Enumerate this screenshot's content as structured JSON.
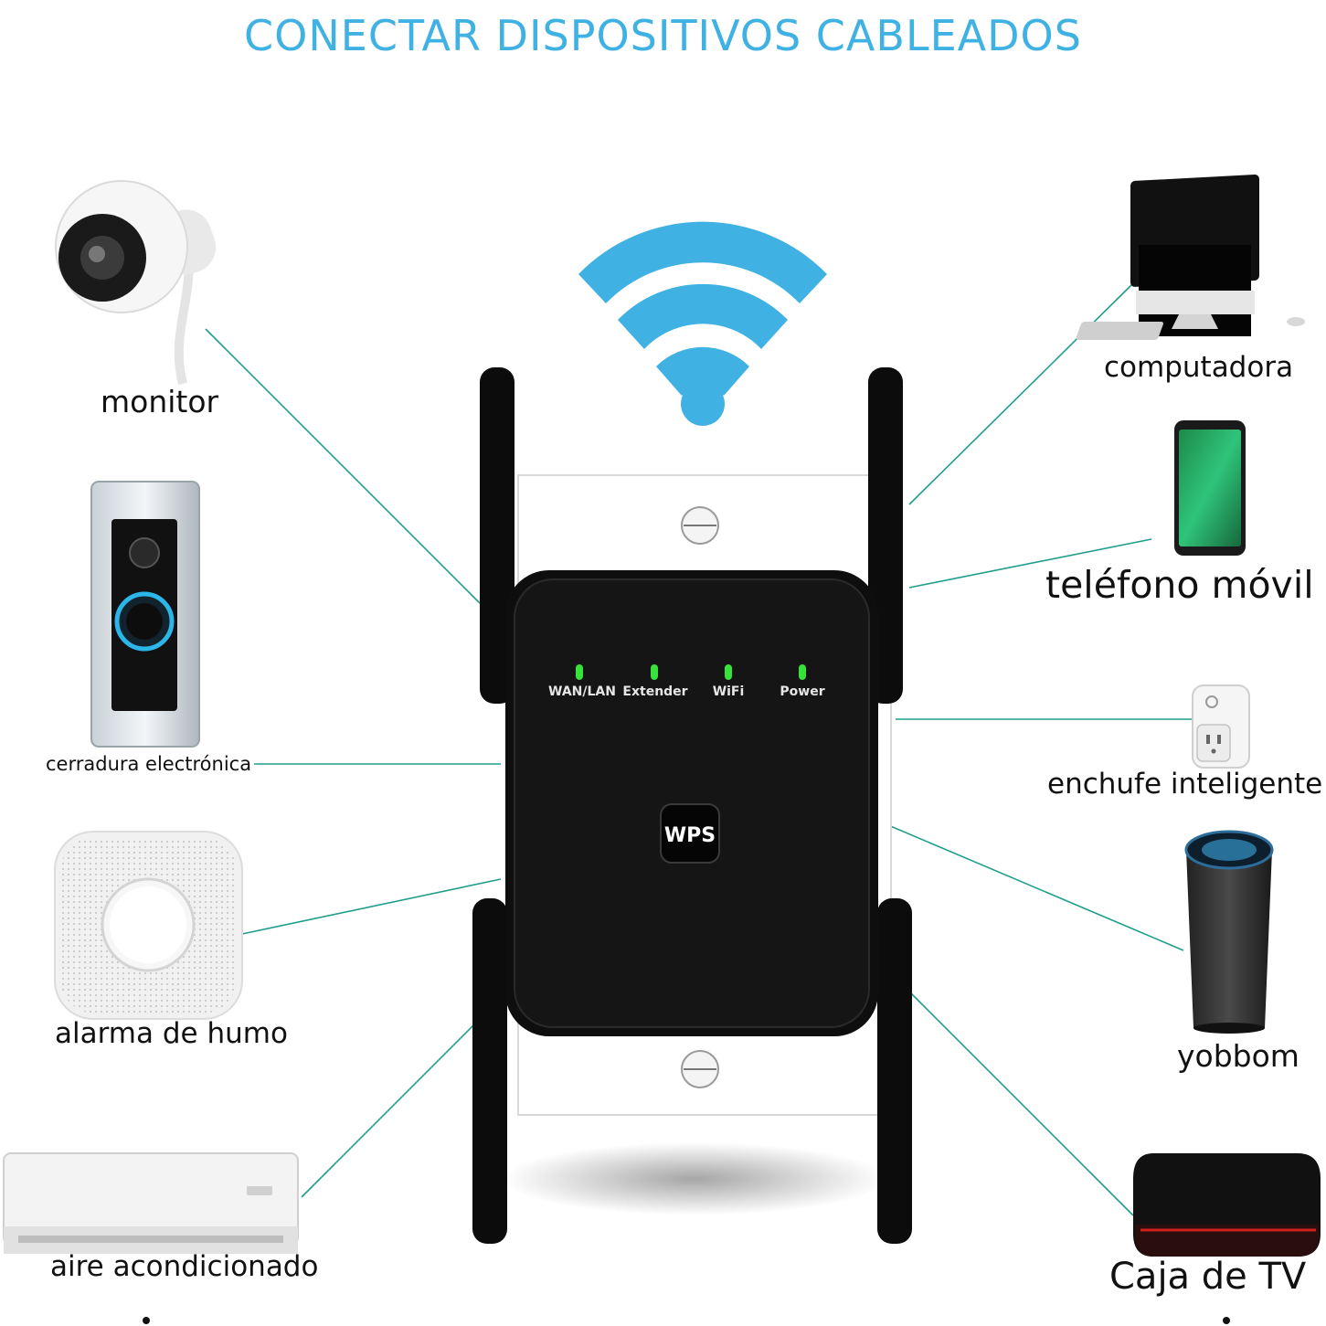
{
  "title": "CONECTAR DISPOSITIVOS CABLEADOS",
  "devices_left": [
    {
      "label": "monitor",
      "icon": "security-camera-icon"
    },
    {
      "label": "cerradura electrónica",
      "icon": "video-doorbell-icon"
    },
    {
      "label": "alarma de humo",
      "icon": "smoke-alarm-icon"
    },
    {
      "label": "aire acondicionado",
      "icon": "air-conditioner-icon"
    }
  ],
  "devices_right": [
    {
      "label": "computadora",
      "icon": "desktop-computer-icon"
    },
    {
      "label": "teléfono móvil",
      "icon": "mobile-phone-icon"
    },
    {
      "label": "enchufe inteligente",
      "icon": "smart-plug-icon"
    },
    {
      "label": "yobbom",
      "icon": "smart-speaker-icon"
    },
    {
      "label": "Caja de TV",
      "icon": "tv-box-icon"
    }
  ],
  "extender": {
    "leds": [
      "WAN/LAN",
      "Extender",
      "WiFi",
      "Power"
    ],
    "button": "WPS",
    "led_color": "#37e23a"
  },
  "colors": {
    "accent": "#3fb1e3",
    "connector": "#1e9e8a",
    "device": "#111111"
  }
}
